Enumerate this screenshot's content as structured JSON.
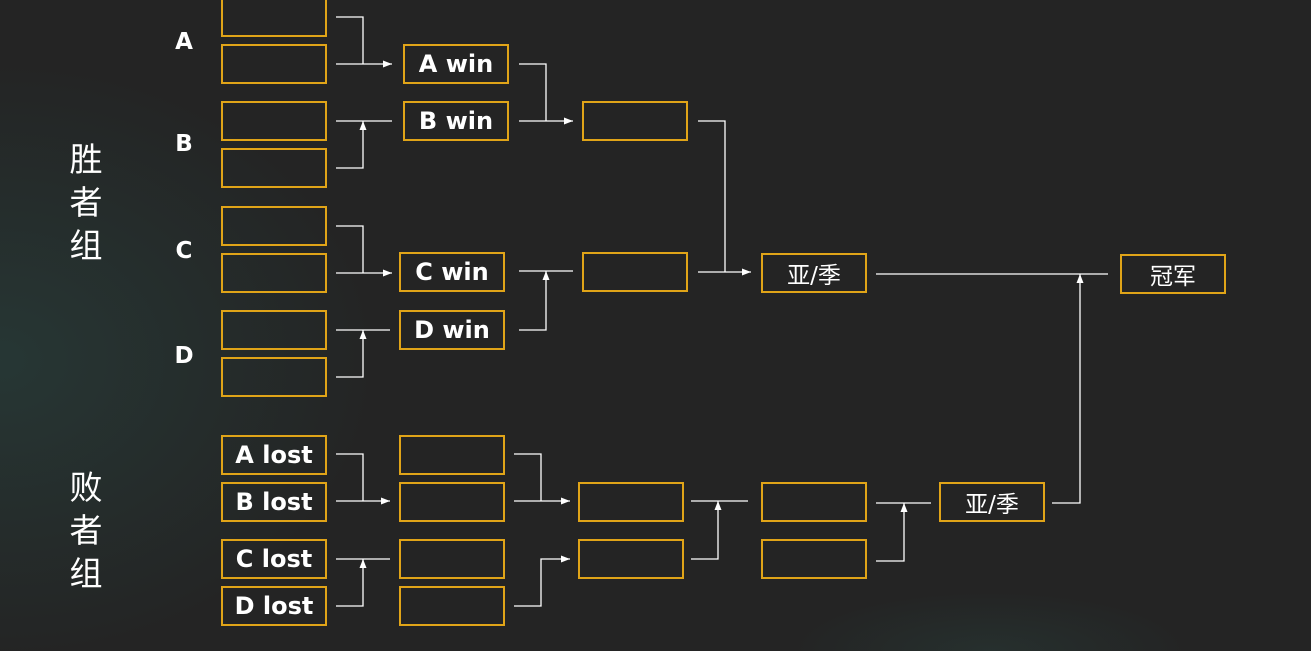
{
  "groups": {
    "winners": [
      "胜",
      "者",
      "组"
    ],
    "losers": [
      "败",
      "者",
      "组"
    ]
  },
  "seeds": [
    "A",
    "B",
    "C",
    "D"
  ],
  "winners_bracket": {
    "round1": [
      "",
      "",
      "",
      "",
      "",
      "",
      "",
      ""
    ],
    "round2": [
      "A win",
      "B win",
      "C win",
      "D win"
    ],
    "semifinals": [
      "",
      ""
    ],
    "final": "亚/季"
  },
  "losers_bracket": {
    "round1": [
      "A lost",
      "B lost",
      "C lost",
      "D lost"
    ],
    "round2": [
      "",
      "",
      "",
      ""
    ],
    "round3": [
      "",
      ""
    ],
    "round4": [
      "",
      ""
    ],
    "final": "亚/季"
  },
  "champion": "冠军",
  "colors": {
    "background": "#242424",
    "box_border": "#e0a418",
    "text": "#ffffff",
    "connector": "#ffffff"
  }
}
